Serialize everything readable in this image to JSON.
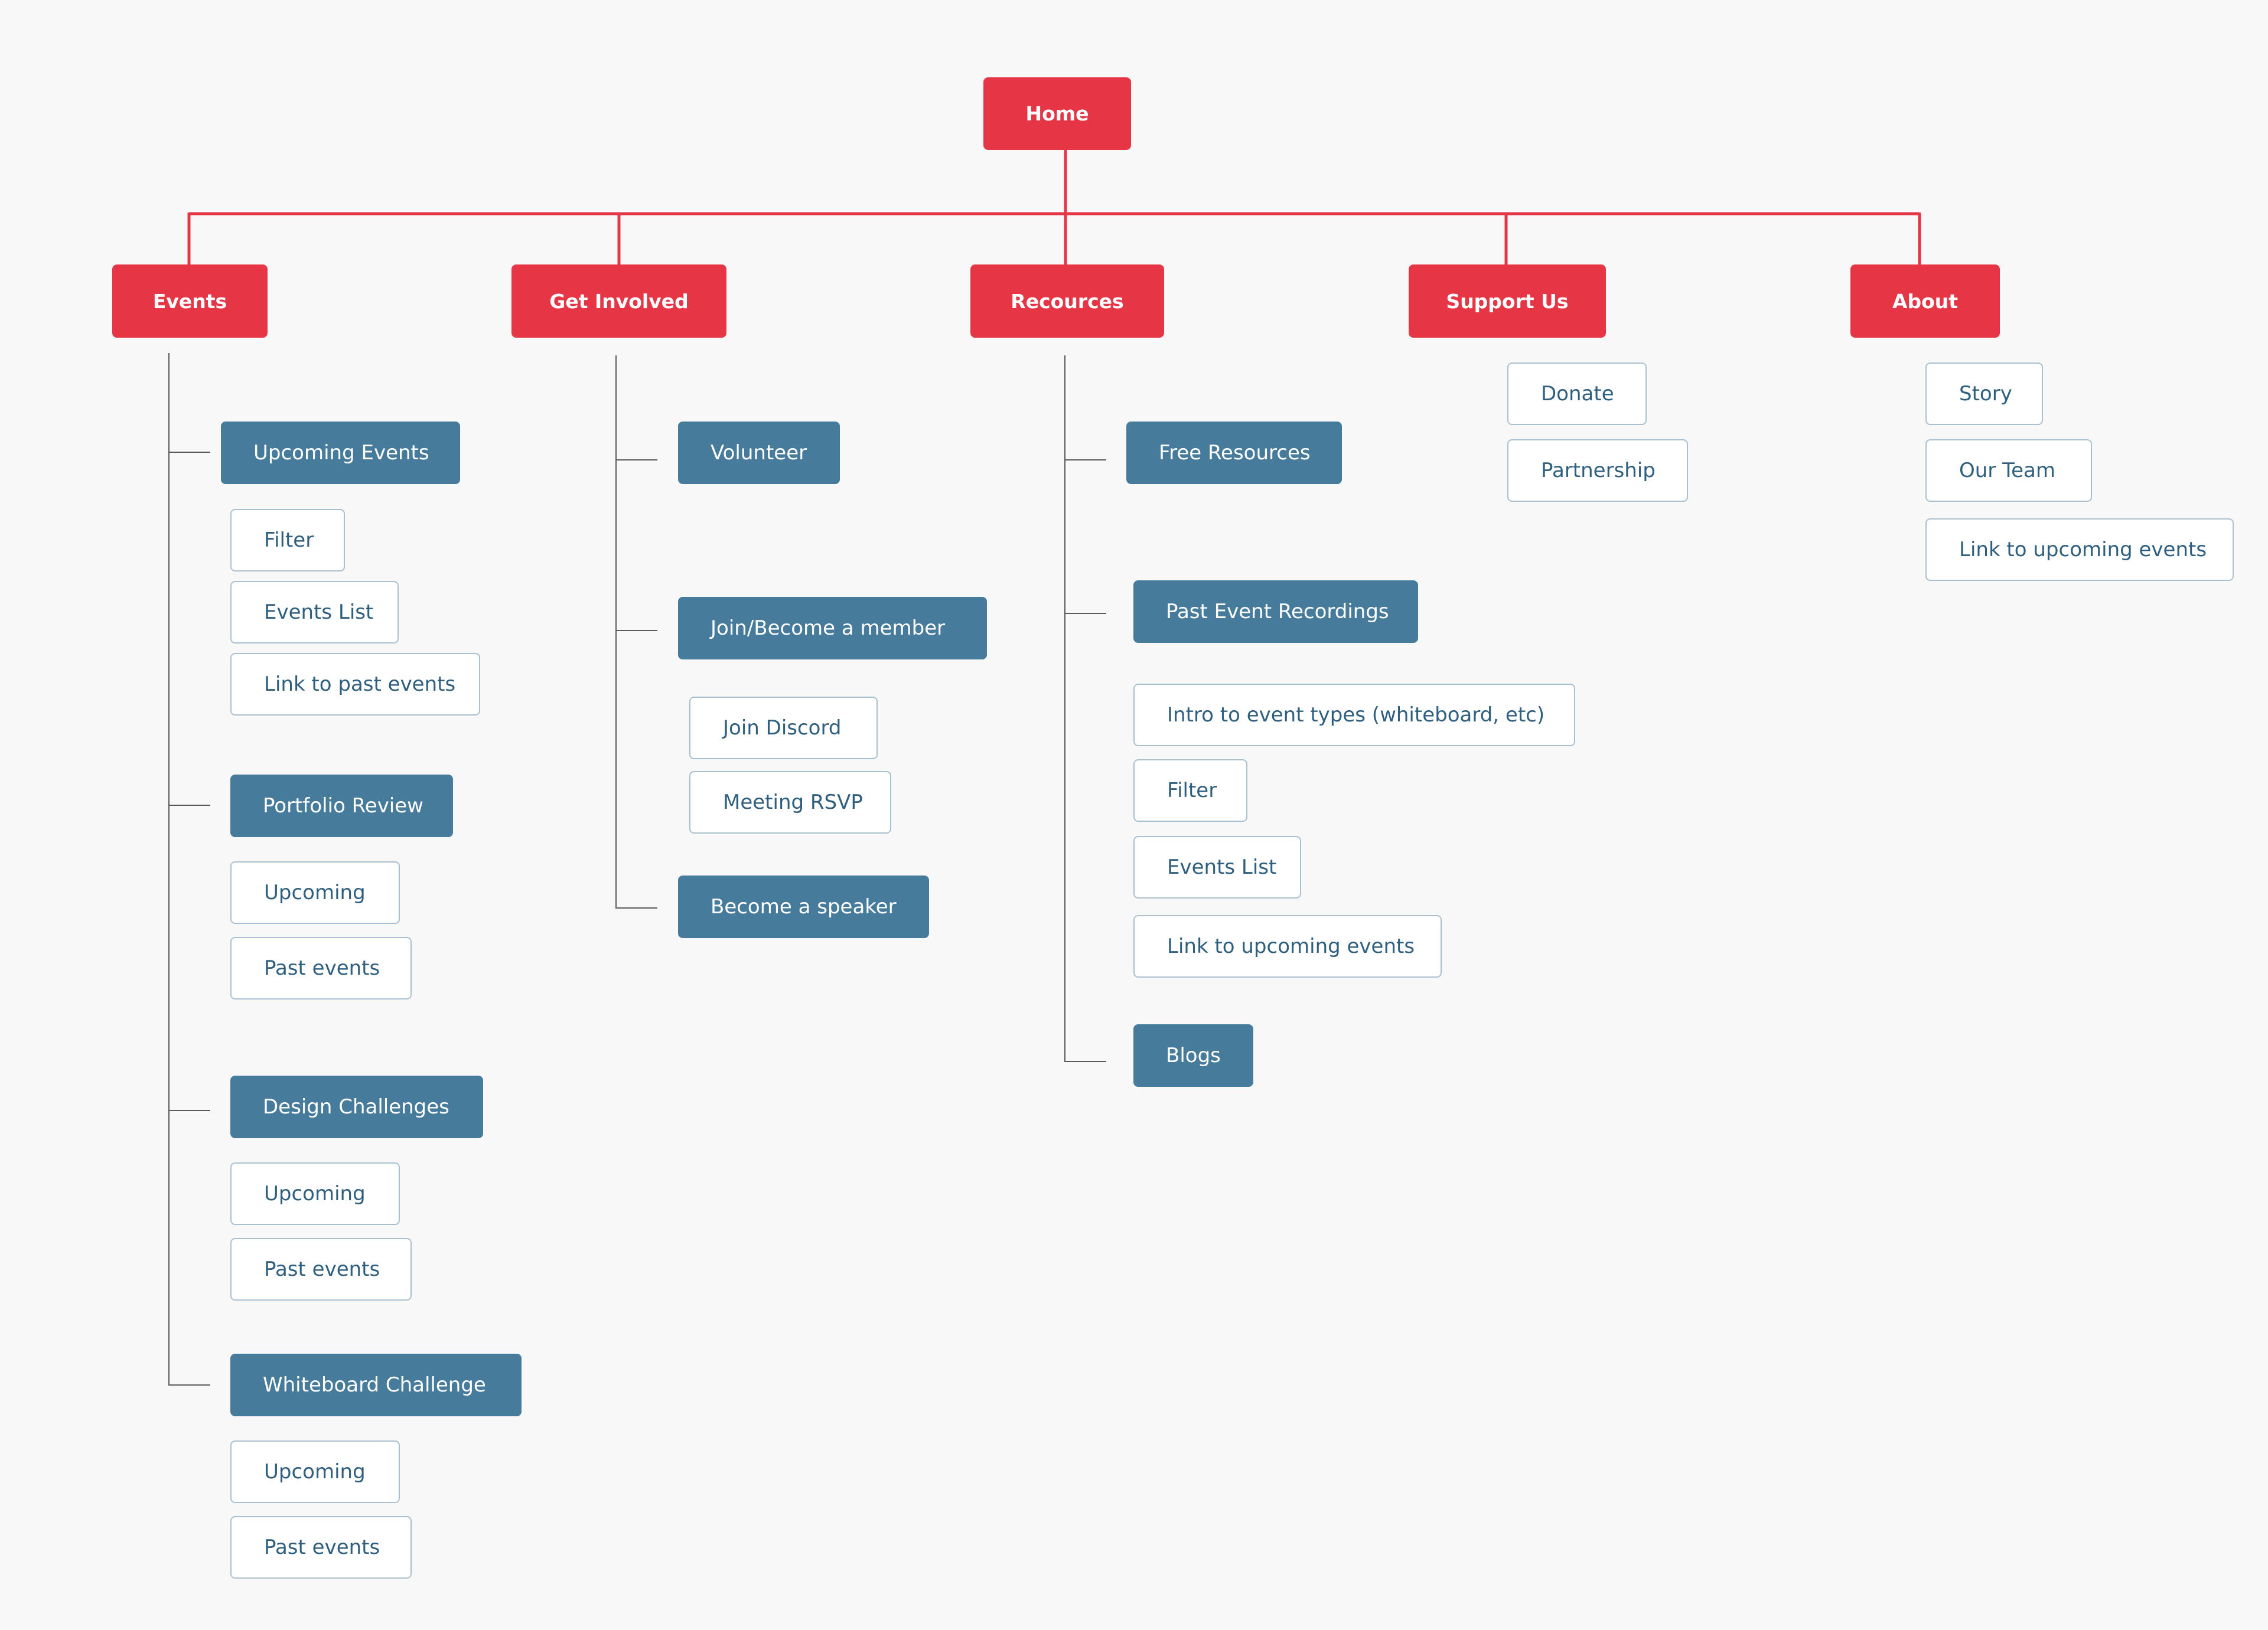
{
  "colors": {
    "root": "#e63646",
    "section": "#477b9c",
    "leaf_border": "#a9c0d0",
    "leaf_text": "#2f5f7f",
    "connector_red": "#e63646",
    "connector_gray": "#5a5a5a"
  },
  "root": {
    "label": "Home"
  },
  "sections": {
    "events": {
      "label": "Events",
      "upcoming_events": {
        "label": "Upcoming Events",
        "items": [
          "Filter",
          "Events List",
          "Link to past events"
        ]
      },
      "portfolio_review": {
        "label": "Portfolio Review",
        "items": [
          "Upcoming",
          "Past events"
        ]
      },
      "design_challenges": {
        "label": "Design Challenges",
        "items": [
          "Upcoming",
          "Past events"
        ]
      },
      "whiteboard_challenge": {
        "label": "Whiteboard Challenge",
        "items": [
          "Upcoming",
          "Past events"
        ]
      }
    },
    "get_involved": {
      "label": "Get Involved",
      "volunteer": {
        "label": "Volunteer"
      },
      "join_member": {
        "label": "Join/Become a member",
        "items": [
          "Join Discord",
          "Meeting RSVP"
        ]
      },
      "become_speaker": {
        "label": "Become a speaker"
      }
    },
    "resources": {
      "label": "Recources",
      "free_resources": {
        "label": "Free Resources"
      },
      "past_recordings": {
        "label": "Past Event Recordings",
        "items": [
          "Intro to  event types (whiteboard, etc)",
          "Filter",
          "Events List",
          "Link to upcoming events"
        ]
      },
      "blogs": {
        "label": "Blogs"
      }
    },
    "support_us": {
      "label": "Support Us",
      "items": [
        "Donate",
        "Partnership"
      ]
    },
    "about": {
      "label": "About",
      "items": [
        "Story",
        "Our Team",
        "Link to upcoming events"
      ]
    }
  }
}
